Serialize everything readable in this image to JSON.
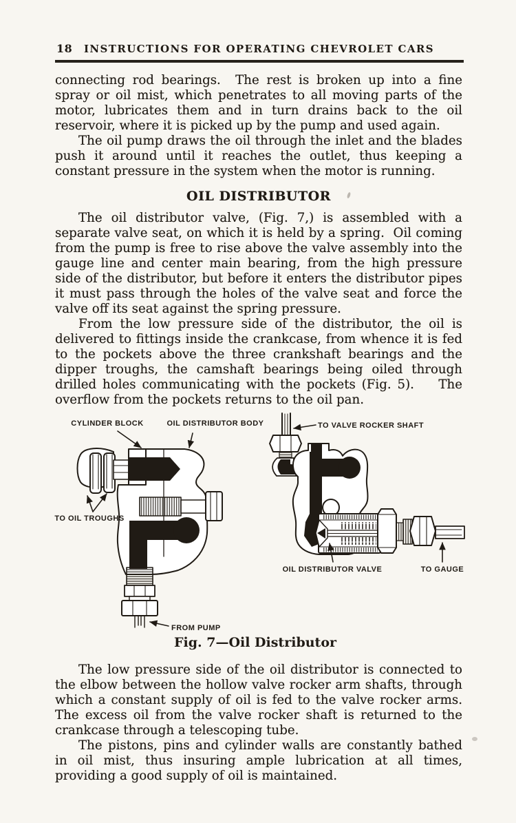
{
  "header": {
    "page_number": "18",
    "running_title": "INSTRUCTIONS FOR OPERATING CHEVROLET CARS"
  },
  "body": {
    "p1": "connecting rod bearings.  The rest is broken up into a fine spray or oil mist, which penetrates to all moving parts of the motor, lubricates them and in turn drains back to the oil reservoir, where it is picked up by the pump and used again.",
    "p2": "The oil pump draws the oil through the inlet and the blades push it around until it reaches the outlet, thus keeping a constant pressure in the system when the motor is running.",
    "section_heading": "OIL DISTRIBUTOR",
    "p3": "The oil distributor valve, (Fig. 7,) is assembled with a separate valve seat, on which it is held by a spring.  Oil coming from the pump is free to rise above the valve assembly into the gauge line and center main bearing, from the high pressure side of the distributor, but before it enters the distributor pipes it must pass through the holes of the valve seat and force the valve off its seat against the spring pressure.",
    "p4": "From the low pressure side of the distributor, the oil is delivered to fittings inside the crankcase, from whence it is fed to the pockets above the three crankshaft bearings and the dipper troughs, the camshaft bearings being oiled through drilled holes communicating with the pockets (Fig. 5).    The overflow from the pockets returns to the oil pan.",
    "p5": "The low pressure side of the oil distributor is connected to the elbow between the hollow valve rocker arm shafts, through which a constant supply of oil is fed to the valve rocker arms.  The excess oil from the valve rocker shaft is returned to the crankcase through a telescoping tube.",
    "p6": "The pistons, pins and cylinder walls are constantly bathed in oil mist, thus insuring ample lubrication at all times, providing a good supply of oil is maintained."
  },
  "figure": {
    "caption": "Fig. 7—Oil Distributor",
    "labels": {
      "cylinder_block": "CYLINDER BLOCK",
      "oil_distributor_body": "OIL DISTRIBUTOR BODY",
      "to_oil_troughs": "TO OIL TROUGHS",
      "from_pump": "FROM PUMP",
      "to_valve_rocker_shaft": "TO VALVE ROCKER SHAFT",
      "oil_distributor_valve": "OIL DISTRIBUTOR VALVE",
      "to_gauge": "TO GAUGE"
    }
  },
  "colors": {
    "paper": "#f8f6f1",
    "ink": "#201b15"
  }
}
